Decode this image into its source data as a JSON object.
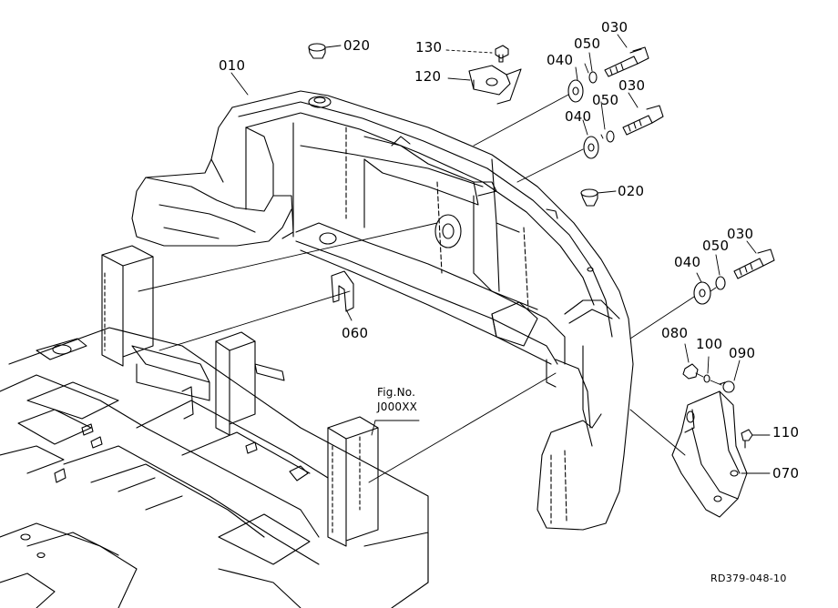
{
  "parts": [
    {
      "id": "p010",
      "label": "010"
    },
    {
      "id": "p020a",
      "label": "020"
    },
    {
      "id": "p020b",
      "label": "020"
    },
    {
      "id": "p030a",
      "label": "030"
    },
    {
      "id": "p030b",
      "label": "030"
    },
    {
      "id": "p030c",
      "label": "030"
    },
    {
      "id": "p040a",
      "label": "040"
    },
    {
      "id": "p040b",
      "label": "040"
    },
    {
      "id": "p040c",
      "label": "040"
    },
    {
      "id": "p050a",
      "label": "050"
    },
    {
      "id": "p050b",
      "label": "050"
    },
    {
      "id": "p050c",
      "label": "050"
    },
    {
      "id": "p060",
      "label": "060"
    },
    {
      "id": "p070",
      "label": "070"
    },
    {
      "id": "p080",
      "label": "080"
    },
    {
      "id": "p090",
      "label": "090"
    },
    {
      "id": "p100",
      "label": "100"
    },
    {
      "id": "p110",
      "label": "110"
    },
    {
      "id": "p120",
      "label": "120"
    },
    {
      "id": "p130",
      "label": "130"
    }
  ],
  "fig_ref": {
    "line1": "Fig.No.",
    "line2": "J000XX"
  },
  "doc_number": "RD379-048-10"
}
